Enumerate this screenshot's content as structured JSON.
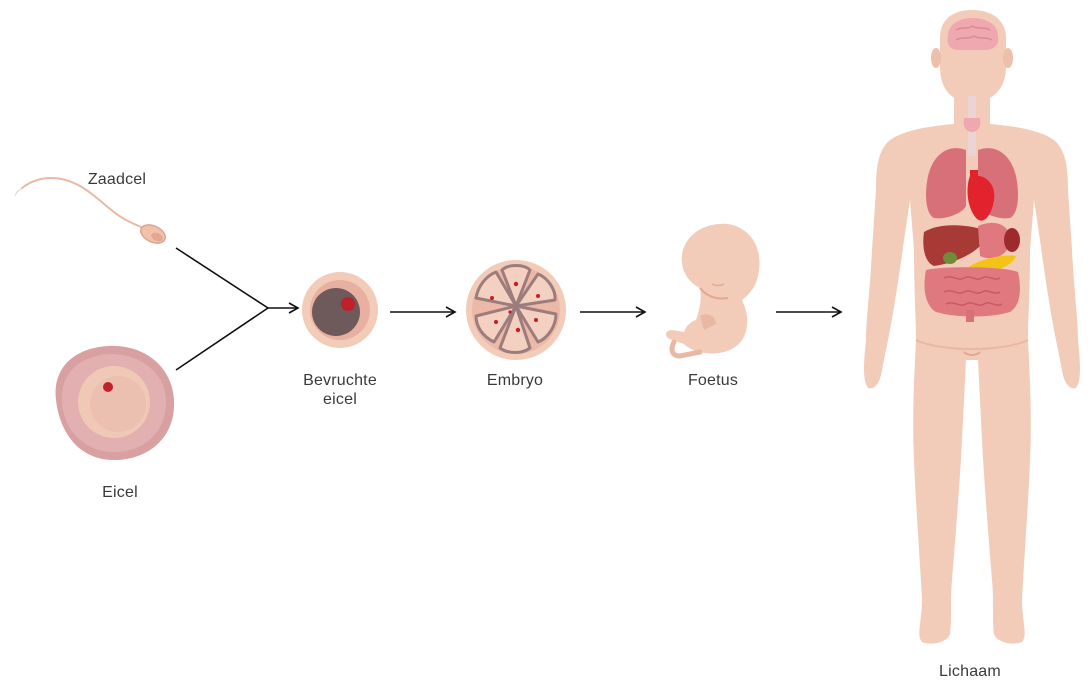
{
  "labels": {
    "sperm": "Zaadcel",
    "egg": "Eicel",
    "fertilized_line1": "Bevruchte",
    "fertilized_line2": "eicel",
    "embryo": "Embryo",
    "fetus": "Foetus",
    "body": "Lichaam"
  },
  "colors": {
    "skin": "#f2cbb5",
    "skin_dark": "#e3ab94",
    "egg_outer": "#d99ea0",
    "egg_inner": "#f0c4b0",
    "nucleus": "#c0202a",
    "arrow": "#111111",
    "lung": "#d8707a",
    "heart": "#e2232e",
    "liver": "#a83a36",
    "pancreas": "#f2c418",
    "intestine": "#e07880",
    "brain": "#f0a8b0"
  },
  "icons": [
    "sperm-icon",
    "egg-cell-icon",
    "fertilized-egg-icon",
    "embryo-icon",
    "fetus-icon",
    "human-body-icon",
    "brain-icon",
    "lungs-icon",
    "heart-icon",
    "liver-icon",
    "intestines-icon"
  ]
}
